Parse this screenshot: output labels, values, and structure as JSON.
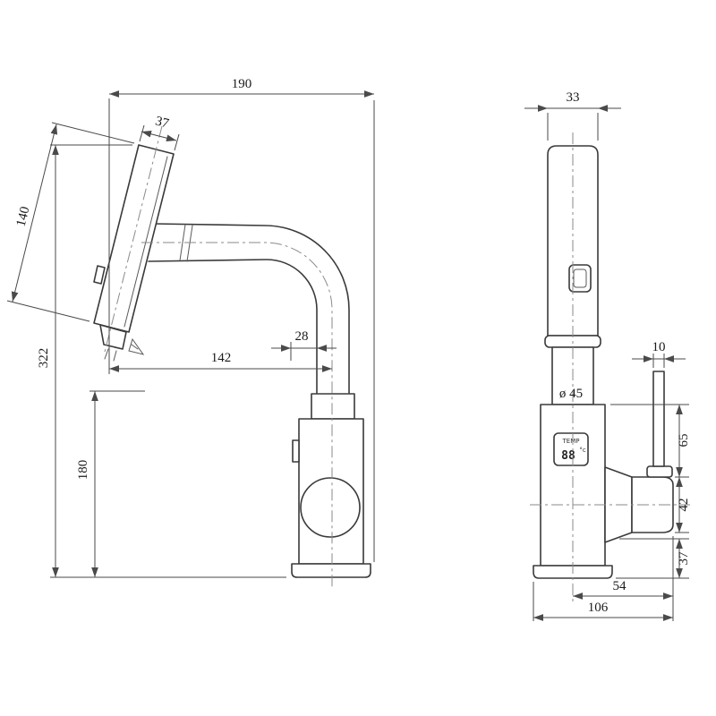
{
  "drawing": {
    "type": "technical-dimension-drawing",
    "subject": "digital display kitchen faucet, side view and front view"
  },
  "dims": {
    "side": {
      "overall_width": "190",
      "head_width": "37",
      "head_length": "140",
      "overall_height": "322",
      "spout_reach": "142",
      "spout_offset": "28",
      "body_height": "180"
    },
    "front": {
      "wand_width": "33",
      "body_diameter": "ø 45",
      "handle_width": "10",
      "handle_height": "65",
      "valve_height": "42",
      "base_height": "37",
      "center_to_handle": "54",
      "overall_depth": "106"
    }
  },
  "display": {
    "label": "TEMP",
    "value": "88",
    "unit": "°c"
  },
  "colors": {
    "object_line": "#3a3a3a",
    "dimension_line": "#4a4a4a",
    "centerline": "#8a8a8a",
    "background": "#ffffff"
  }
}
